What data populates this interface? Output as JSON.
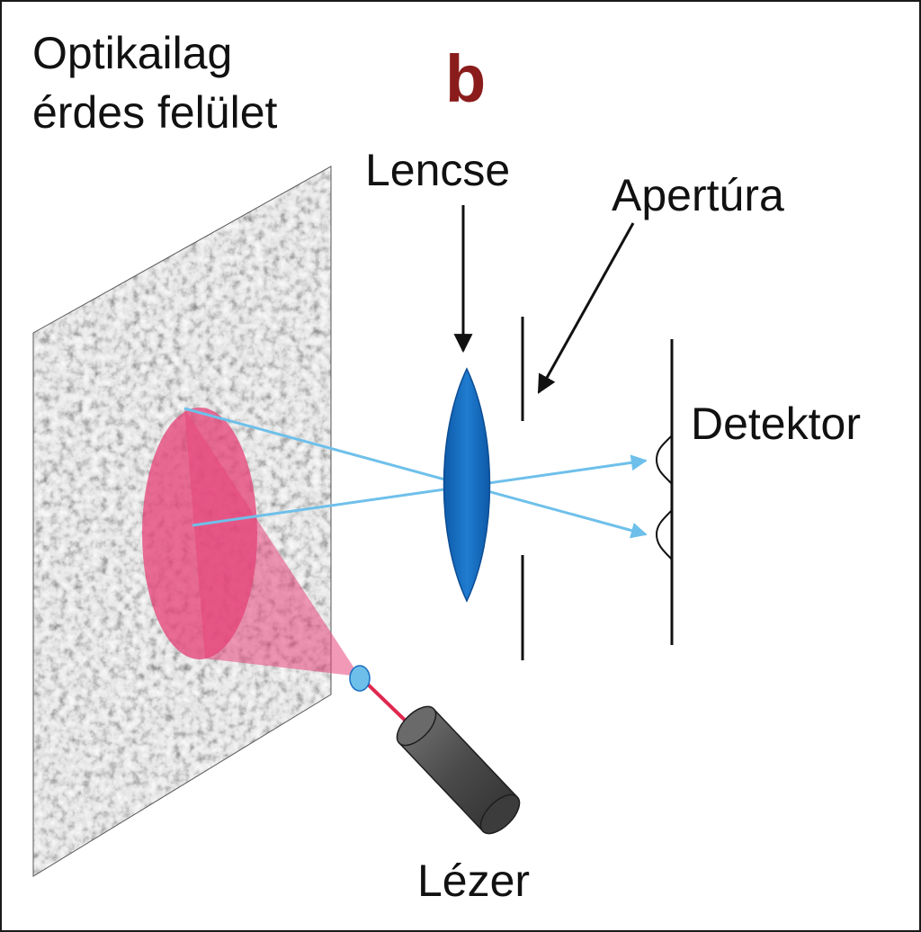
{
  "labels": {
    "surface_line_1": "Optikailag",
    "surface_line_2": "érdes felület",
    "panel_letter": "b",
    "lens": "Lencse",
    "aperture": "Apertúra",
    "detector": "Detektor",
    "laser": "Lézer"
  },
  "colors": {
    "panel_letter": "#8b1c1c",
    "surface": "#9a9a9a",
    "illuminated_spot": "#e6457a",
    "lens": "#1a6fc2",
    "rays": "#6ec0ea",
    "laser_beam": "#e0284f",
    "laser_body": "#555555",
    "lines": "#111111"
  }
}
